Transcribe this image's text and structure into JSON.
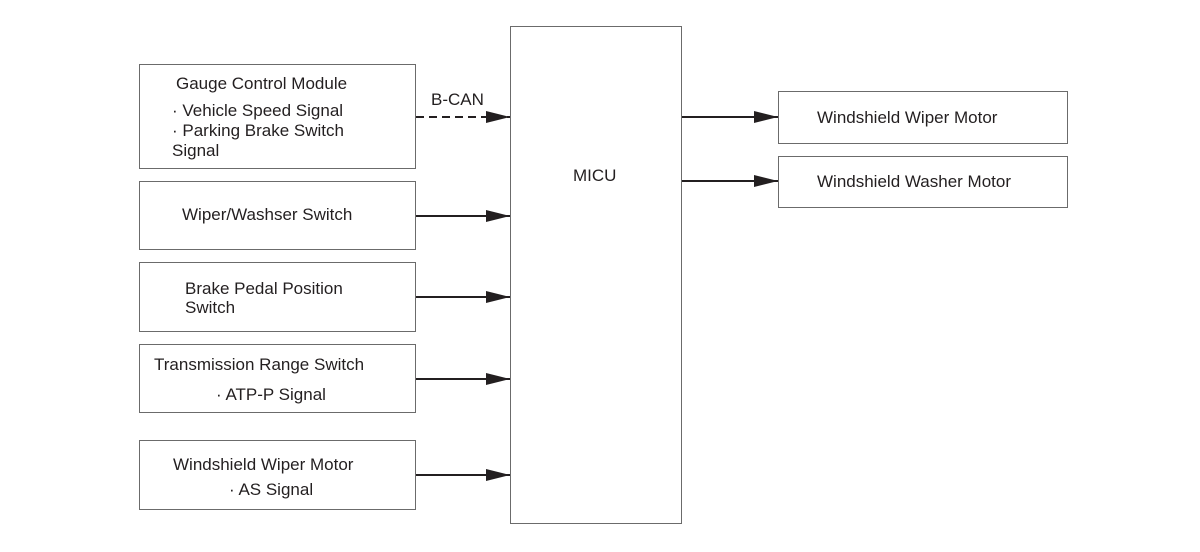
{
  "central": {
    "label": "MICU"
  },
  "inputs": {
    "gauge": {
      "title": "Gauge Control Module",
      "line1": "· Vehicle Speed Signal",
      "line2": "· Parking Brake Switch",
      "line3": "Signal"
    },
    "wiper_switch": {
      "title": "Wiper/Washser Switch"
    },
    "brake": {
      "line1": "Brake Pedal Position",
      "line2": "Switch"
    },
    "transmission": {
      "title": "Transmission Range Switch",
      "line1": "· ATP-P Signal"
    },
    "wiper_motor_in": {
      "title": "Windshield Wiper Motor",
      "line1": "· AS Signal"
    }
  },
  "outputs": {
    "wiper_motor": {
      "title": "Windshield Wiper Motor"
    },
    "washer_motor": {
      "title": "Windshield Washer Motor"
    }
  },
  "connections": {
    "bus_label": "B-CAN"
  },
  "style": {
    "line_color": "#231f20",
    "border_color": "#6b6b6b"
  }
}
